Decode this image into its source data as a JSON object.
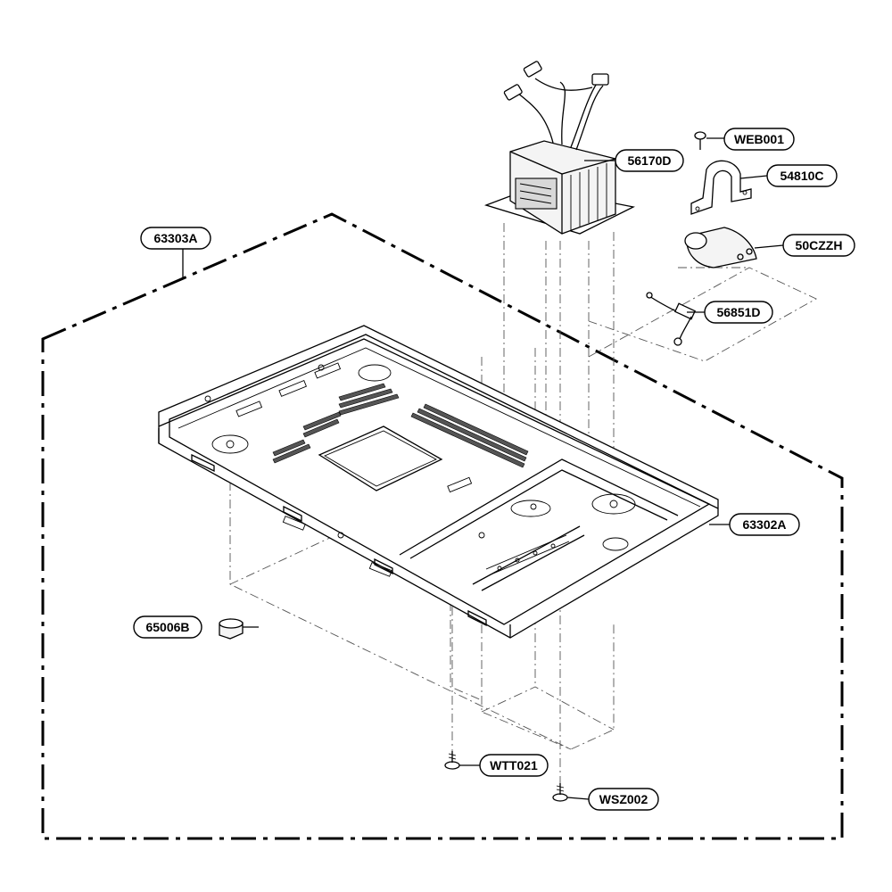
{
  "diagram": {
    "callouts": [
      {
        "id": "63303A",
        "text": "63303A"
      },
      {
        "id": "56170D",
        "text": "56170D"
      },
      {
        "id": "WEB001",
        "text": "WEB001"
      },
      {
        "id": "54810C",
        "text": "54810C"
      },
      {
        "id": "50CZZH",
        "text": "50CZZH"
      },
      {
        "id": "56851D",
        "text": "56851D"
      },
      {
        "id": "63302A",
        "text": "63302A"
      },
      {
        "id": "65006B",
        "text": "65006B"
      },
      {
        "id": "WTT021",
        "text": "WTT021"
      },
      {
        "id": "WSZ002",
        "text": "WSZ002"
      }
    ]
  }
}
